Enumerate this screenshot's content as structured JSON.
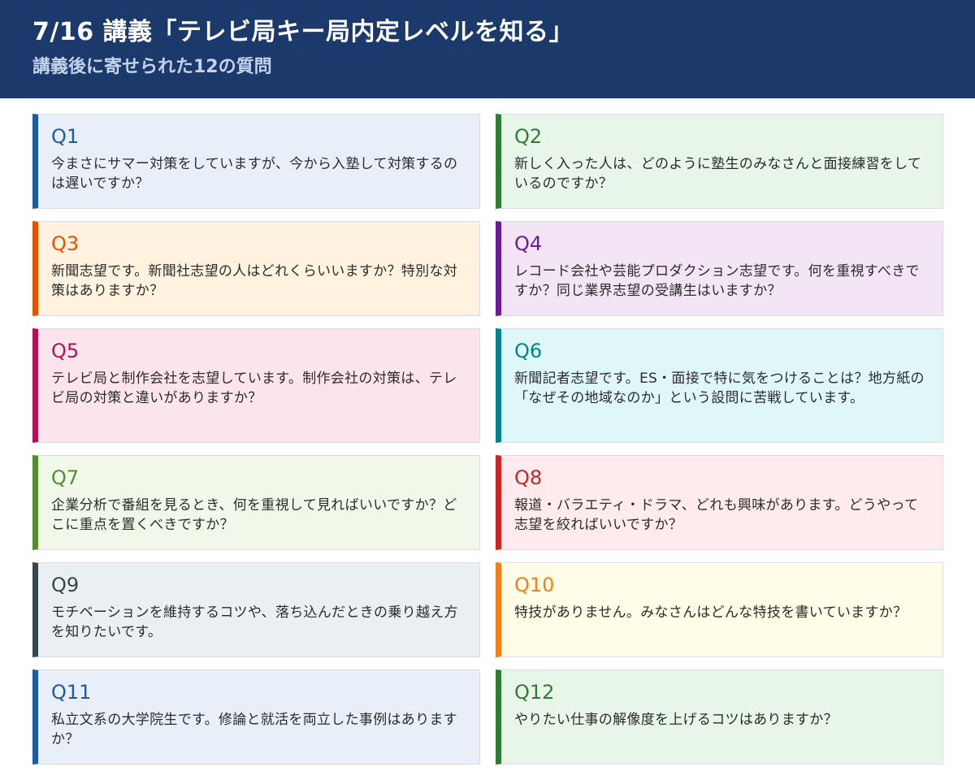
{
  "header": {
    "title": "7/16 講義「テレビ局キー局内定レベルを知る」",
    "subtitle": "講義後に寄せられた12の質問"
  },
  "questions": [
    {
      "label": "Q1",
      "text": "今まさにサマー対策をしていますが、今から入塾して対策するのは遅いですか？",
      "accent": "#1e5aa8",
      "bg": "#e8eff9"
    },
    {
      "label": "Q2",
      "text": "新しく入った人は、どのように塾生のみなさんと面接練習をしているのですか？",
      "accent": "#2e7d32",
      "bg": "#e8f5e9"
    },
    {
      "label": "Q3",
      "text": "新聞志望です。新聞社志望の人はどれくらいいますか？特別な対策はありますか？",
      "accent": "#e65100",
      "bg": "#fff3e0"
    },
    {
      "label": "Q4",
      "text": "レコード会社や芸能プロダクション志望です。何を重視すべきですか？同じ業界志望の受講生はいますか？",
      "accent": "#6a1b9a",
      "bg": "#f3e5f5"
    },
    {
      "label": "Q5",
      "text": "テレビ局と制作会社を志望しています。制作会社の対策は、テレビ局の対策と違いがありますか？",
      "accent": "#ad1457",
      "bg": "#fce4ec"
    },
    {
      "label": "Q6",
      "text": "新聞記者志望です。ES・面接で特に気をつけることは？地方紙の「なぜその地域なのか」という設問に苦戦しています。",
      "accent": "#00838f",
      "bg": "#e0f7fa"
    },
    {
      "label": "Q7",
      "text": "企業分析で番組を見るとき、何を重視して見ればいいですか？どこに重点を置くべきですか？",
      "accent": "#558b2f",
      "bg": "#f1f8e9"
    },
    {
      "label": "Q8",
      "text": "報道・バラエティ・ドラマ、どれも興味があります。どうやって志望を絞ればいいですか？",
      "accent": "#c62828",
      "bg": "#ffebee"
    },
    {
      "label": "Q9",
      "text": "モチベーションを維持するコツや、落ち込んだときの乗り越え方を知りたいです。",
      "accent": "#37474f",
      "bg": "#eceff1"
    },
    {
      "label": "Q10",
      "text": "特技がありません。みなさんはどんな特技を書いていますか？",
      "accent": "#f57f17",
      "bg": "#fffde7"
    },
    {
      "label": "Q11",
      "text": "私立文系の大学院生です。修論と就活を両立した事例はありますか？",
      "accent": "#1e5aa8",
      "bg": "#e8eff9"
    },
    {
      "label": "Q12",
      "text": "やりたい仕事の解像度を上げるコツはありますか？",
      "accent": "#2e7d32",
      "bg": "#e8f5e9"
    }
  ]
}
